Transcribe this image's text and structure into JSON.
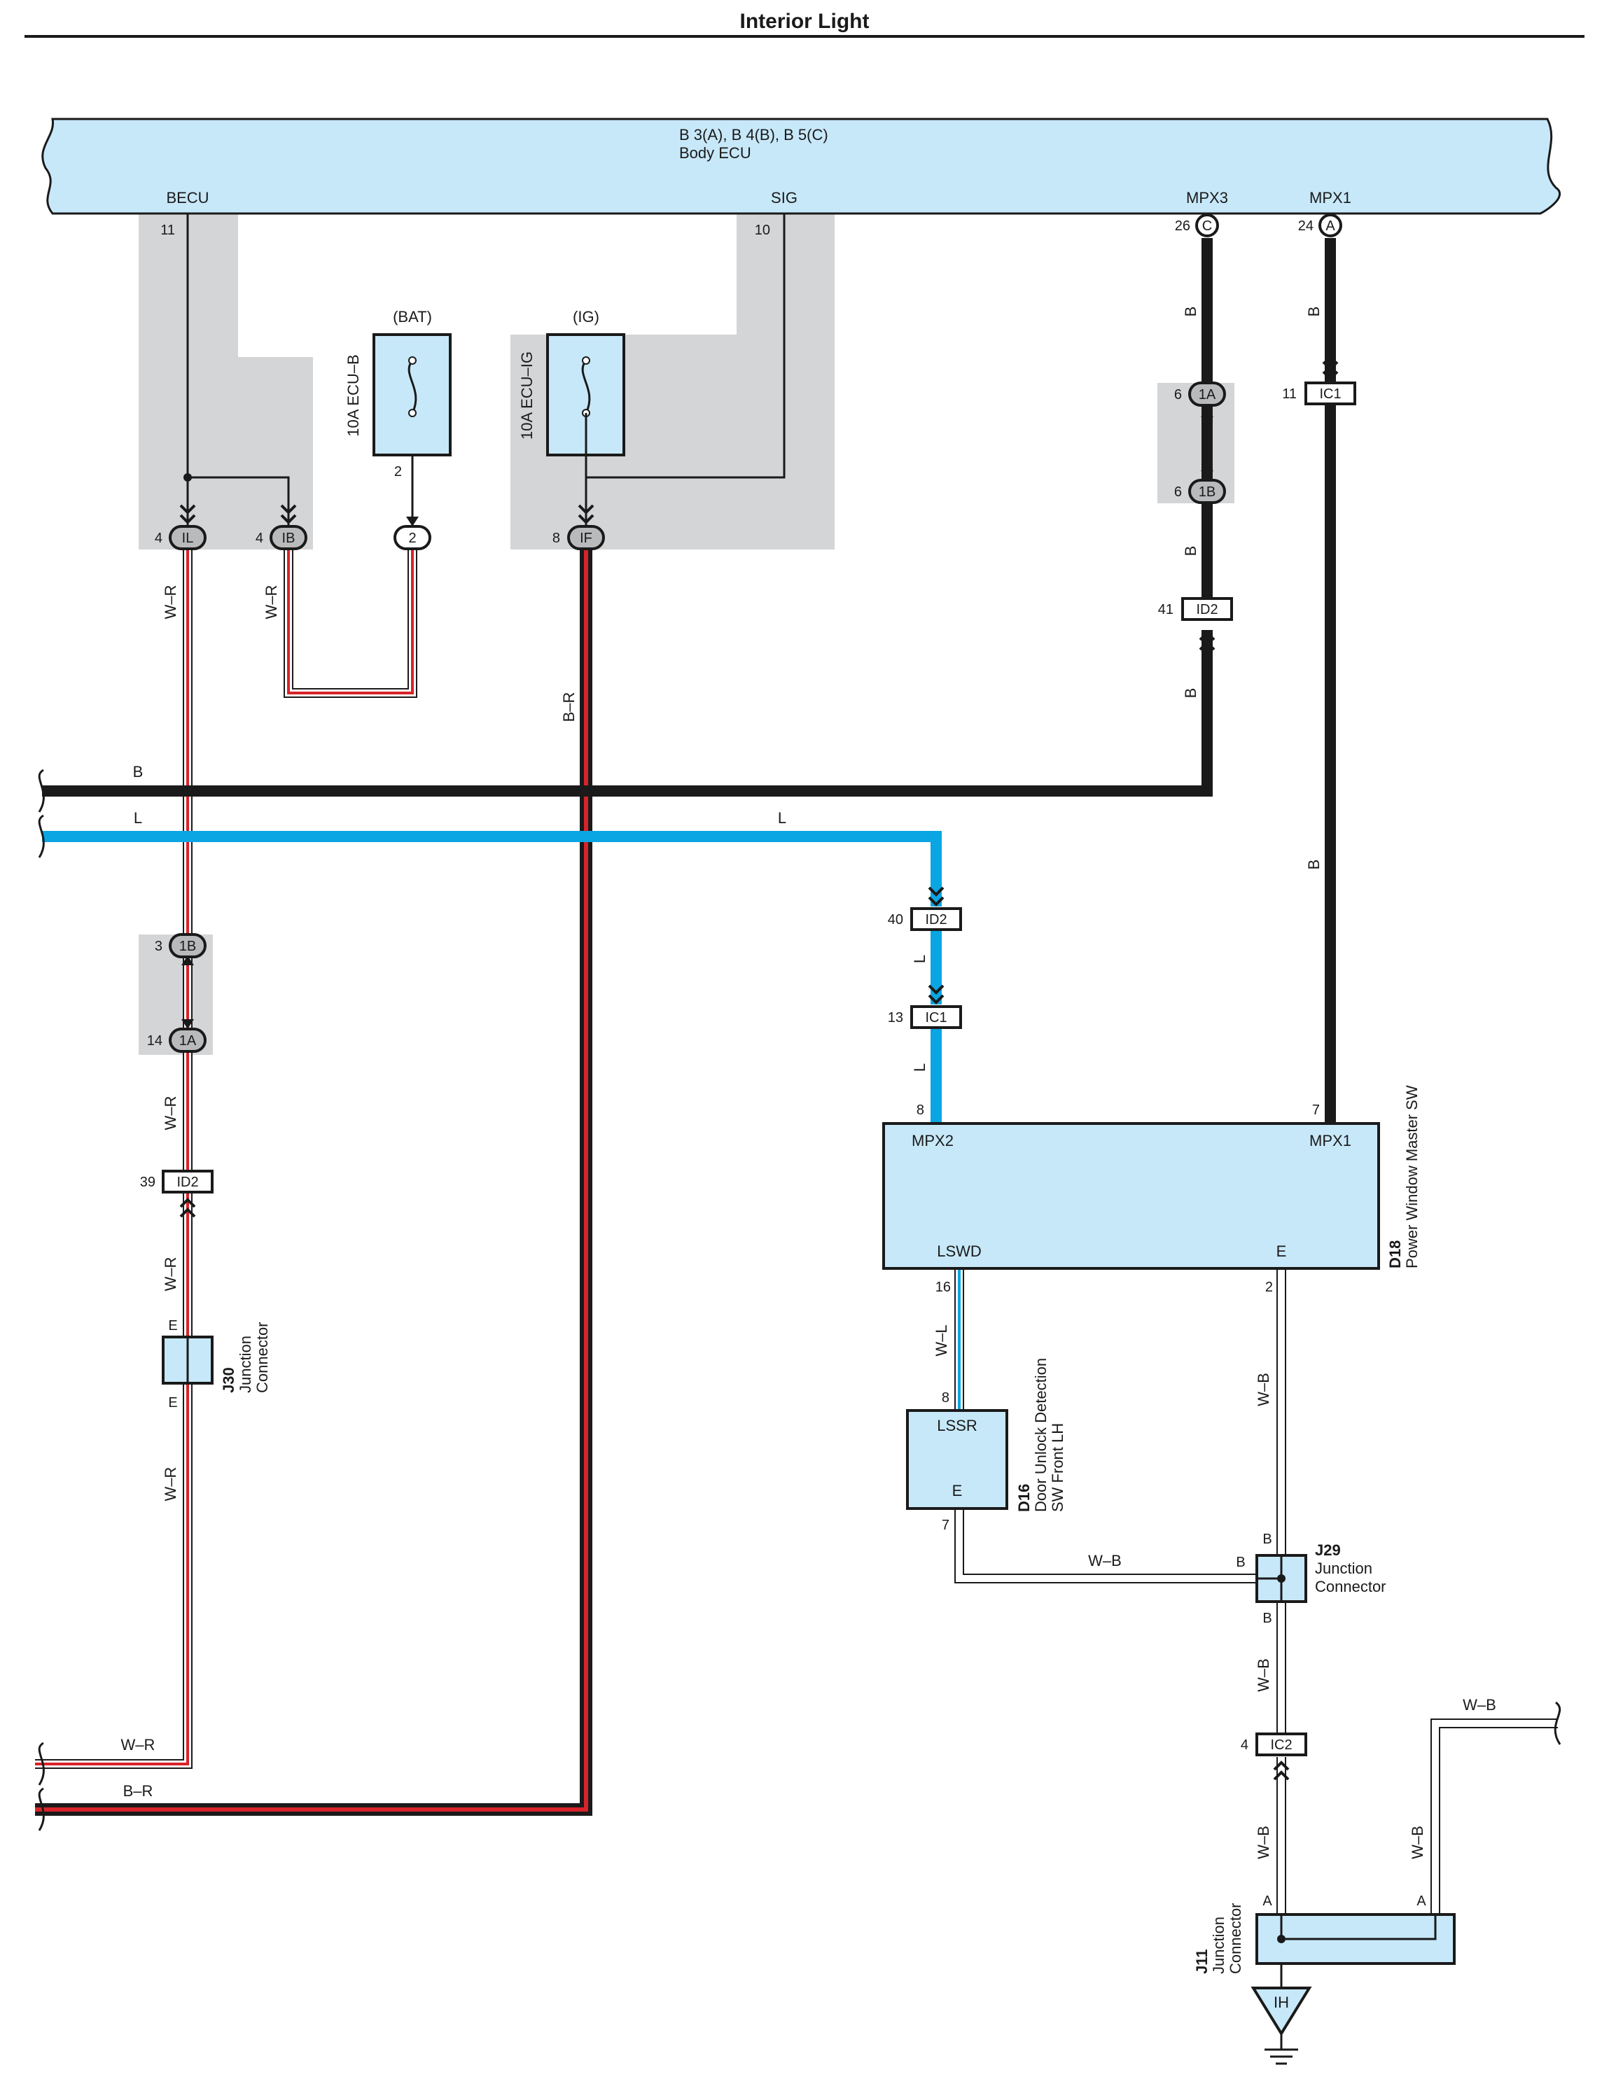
{
  "header": {
    "title": "Interior Light"
  },
  "body_ecu": {
    "code": "B 3(A), B 4(B), B 5(C)",
    "name": "Body ECU"
  },
  "ecu_terminals": {
    "becu": {
      "label": "BECU",
      "pin": "11"
    },
    "sig": {
      "label": "SIG",
      "pin": "10"
    },
    "mpx3": {
      "label": "MPX3",
      "pin": "26",
      "connector": "C"
    },
    "mpx1": {
      "label": "MPX1",
      "pin": "24",
      "connector": "A"
    }
  },
  "fuses": {
    "ecu_b": {
      "source": "(BAT)",
      "name": "10A ECU–B",
      "pin": "2"
    },
    "ecu_ig": {
      "source": "(IG)",
      "name": "10A ECU–IG"
    }
  },
  "splices": {
    "il": {
      "pin": "4",
      "label": "IL"
    },
    "ib": {
      "pin": "4",
      "label": "IB"
    },
    "b2": {
      "label": "2"
    },
    "if": {
      "pin": "8",
      "label": "IF"
    },
    "r1a": {
      "pin": "6",
      "label": "1A"
    },
    "r1b": {
      "pin": "6",
      "label": "1B"
    },
    "l1b": {
      "pin": "3",
      "label": "1B"
    },
    "l1a": {
      "pin": "14",
      "label": "1A"
    }
  },
  "connectors": {
    "ic1_top": {
      "pin": "11",
      "label": "IC1"
    },
    "id2_top": {
      "pin": "41",
      "label": "ID2"
    },
    "id2_mid": {
      "pin": "40",
      "label": "ID2"
    },
    "ic1_mid": {
      "pin": "13",
      "label": "IC1"
    },
    "id2_left": {
      "pin": "39",
      "label": "ID2"
    },
    "ic2": {
      "pin": "4",
      "label": "IC2"
    }
  },
  "wire_colors": {
    "b": "B",
    "l": "L",
    "w_r": "W–R",
    "b_r": "B–R",
    "w_l": "W–L",
    "w_b": "W–B"
  },
  "d18": {
    "id": "D18",
    "name": "Power Window Master SW",
    "mpx2": "MPX2",
    "mpx2_pin": "8",
    "mpx1": "MPX1",
    "mpx1_pin": "7",
    "lswd": "LSWD",
    "lswd_pin": "16",
    "e": "E",
    "e_pin": "2"
  },
  "d16": {
    "id": "D16",
    "name_line1": "Door Unlock Detection",
    "name_line2": "SW Front LH",
    "lssr": "LSSR",
    "lssr_pin": "8",
    "e": "E",
    "e_pin": "7"
  },
  "j30": {
    "id": "J30",
    "line1": "Junction",
    "line2": "Connector",
    "top": "E",
    "bottom": "E"
  },
  "j29": {
    "id": "J29",
    "line1": "Junction",
    "line2": "Connector",
    "top": "B",
    "left": "B",
    "bottom": "B"
  },
  "j11": {
    "id": "J11",
    "line1": "Junction",
    "line2": "Connector",
    "left": "A",
    "right": "A"
  },
  "ground": {
    "label": "IH"
  },
  "colors": {
    "component_fill": "#c7e8f9",
    "shade": "#d4d5d7",
    "wire_black": "#1a1a1a",
    "wire_blue": "#0aa5e3",
    "wire_red": "#d8232a"
  }
}
